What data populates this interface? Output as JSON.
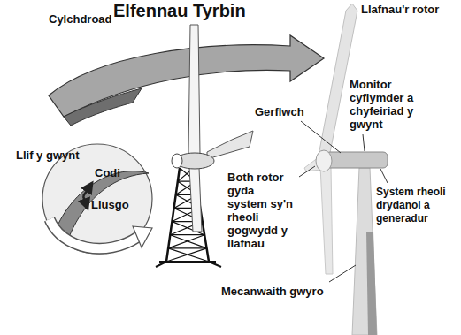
{
  "diagram": {
    "title": "Elfennau Tyrbin",
    "labels": [
      "Cylchdroad",
      "Llif y gwynt",
      "Codi",
      "Llusgo",
      "Llafnau'r rotor",
      "Monitor cyflymder a chyfeiriad y gwynt",
      "Gerflwch",
      "Both rotor gyda system sy'n rheoli gogwydd y llafnau",
      "System rheoli drydanol a generadur",
      "Mecanwaith gwyro"
    ]
  }
}
